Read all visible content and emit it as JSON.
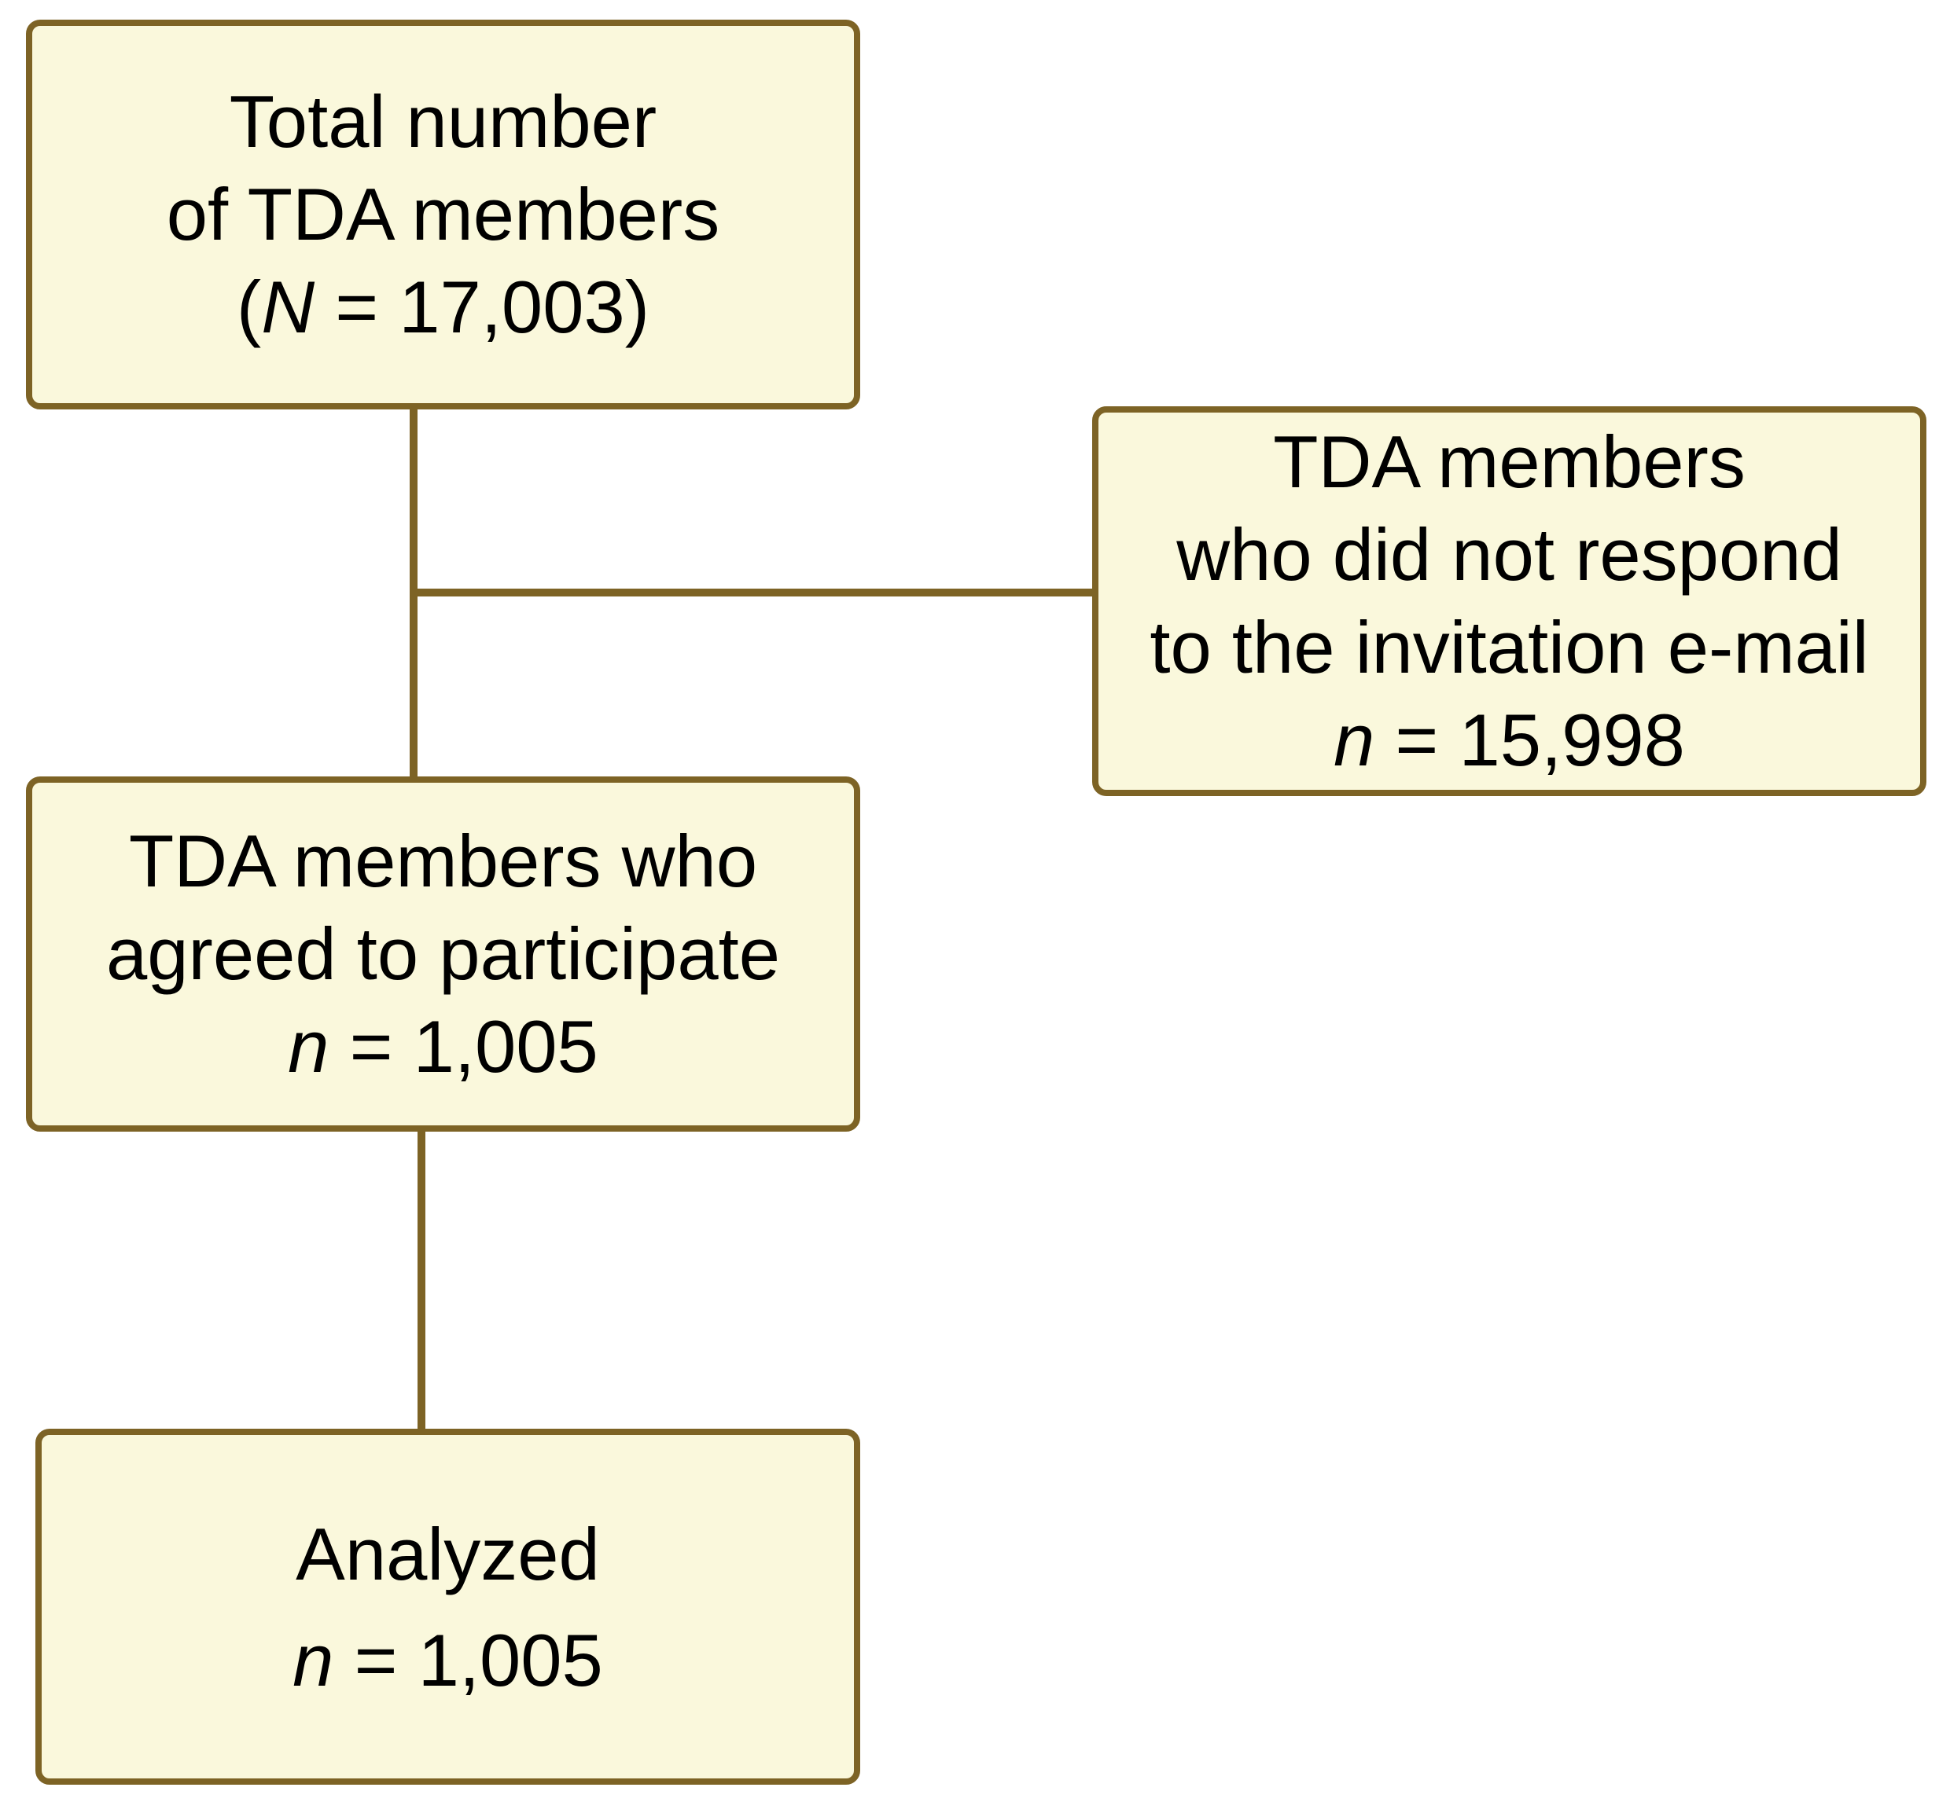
{
  "nodes": {
    "total": {
      "line1": "Total number",
      "line2": "of TDA members",
      "count_open": "(",
      "count_var": "N",
      "count_rest": " = 17,003)"
    },
    "nonresponders": {
      "line1": "TDA members",
      "line2": "who did not respond",
      "line3": "to the invitation e-mail",
      "count_var": "n",
      "count_rest": " = 15,998"
    },
    "agreed": {
      "line1": "TDA members who",
      "line2": "agreed to participate",
      "count_var": "n",
      "count_rest": " = 1,005"
    },
    "analyzed": {
      "line1": "Analyzed",
      "count_var": "n",
      "count_rest": " = 1,005"
    }
  },
  "colors": {
    "box_fill": "#faf8dc",
    "box_border": "#7d6325",
    "connector": "#7d6325"
  }
}
